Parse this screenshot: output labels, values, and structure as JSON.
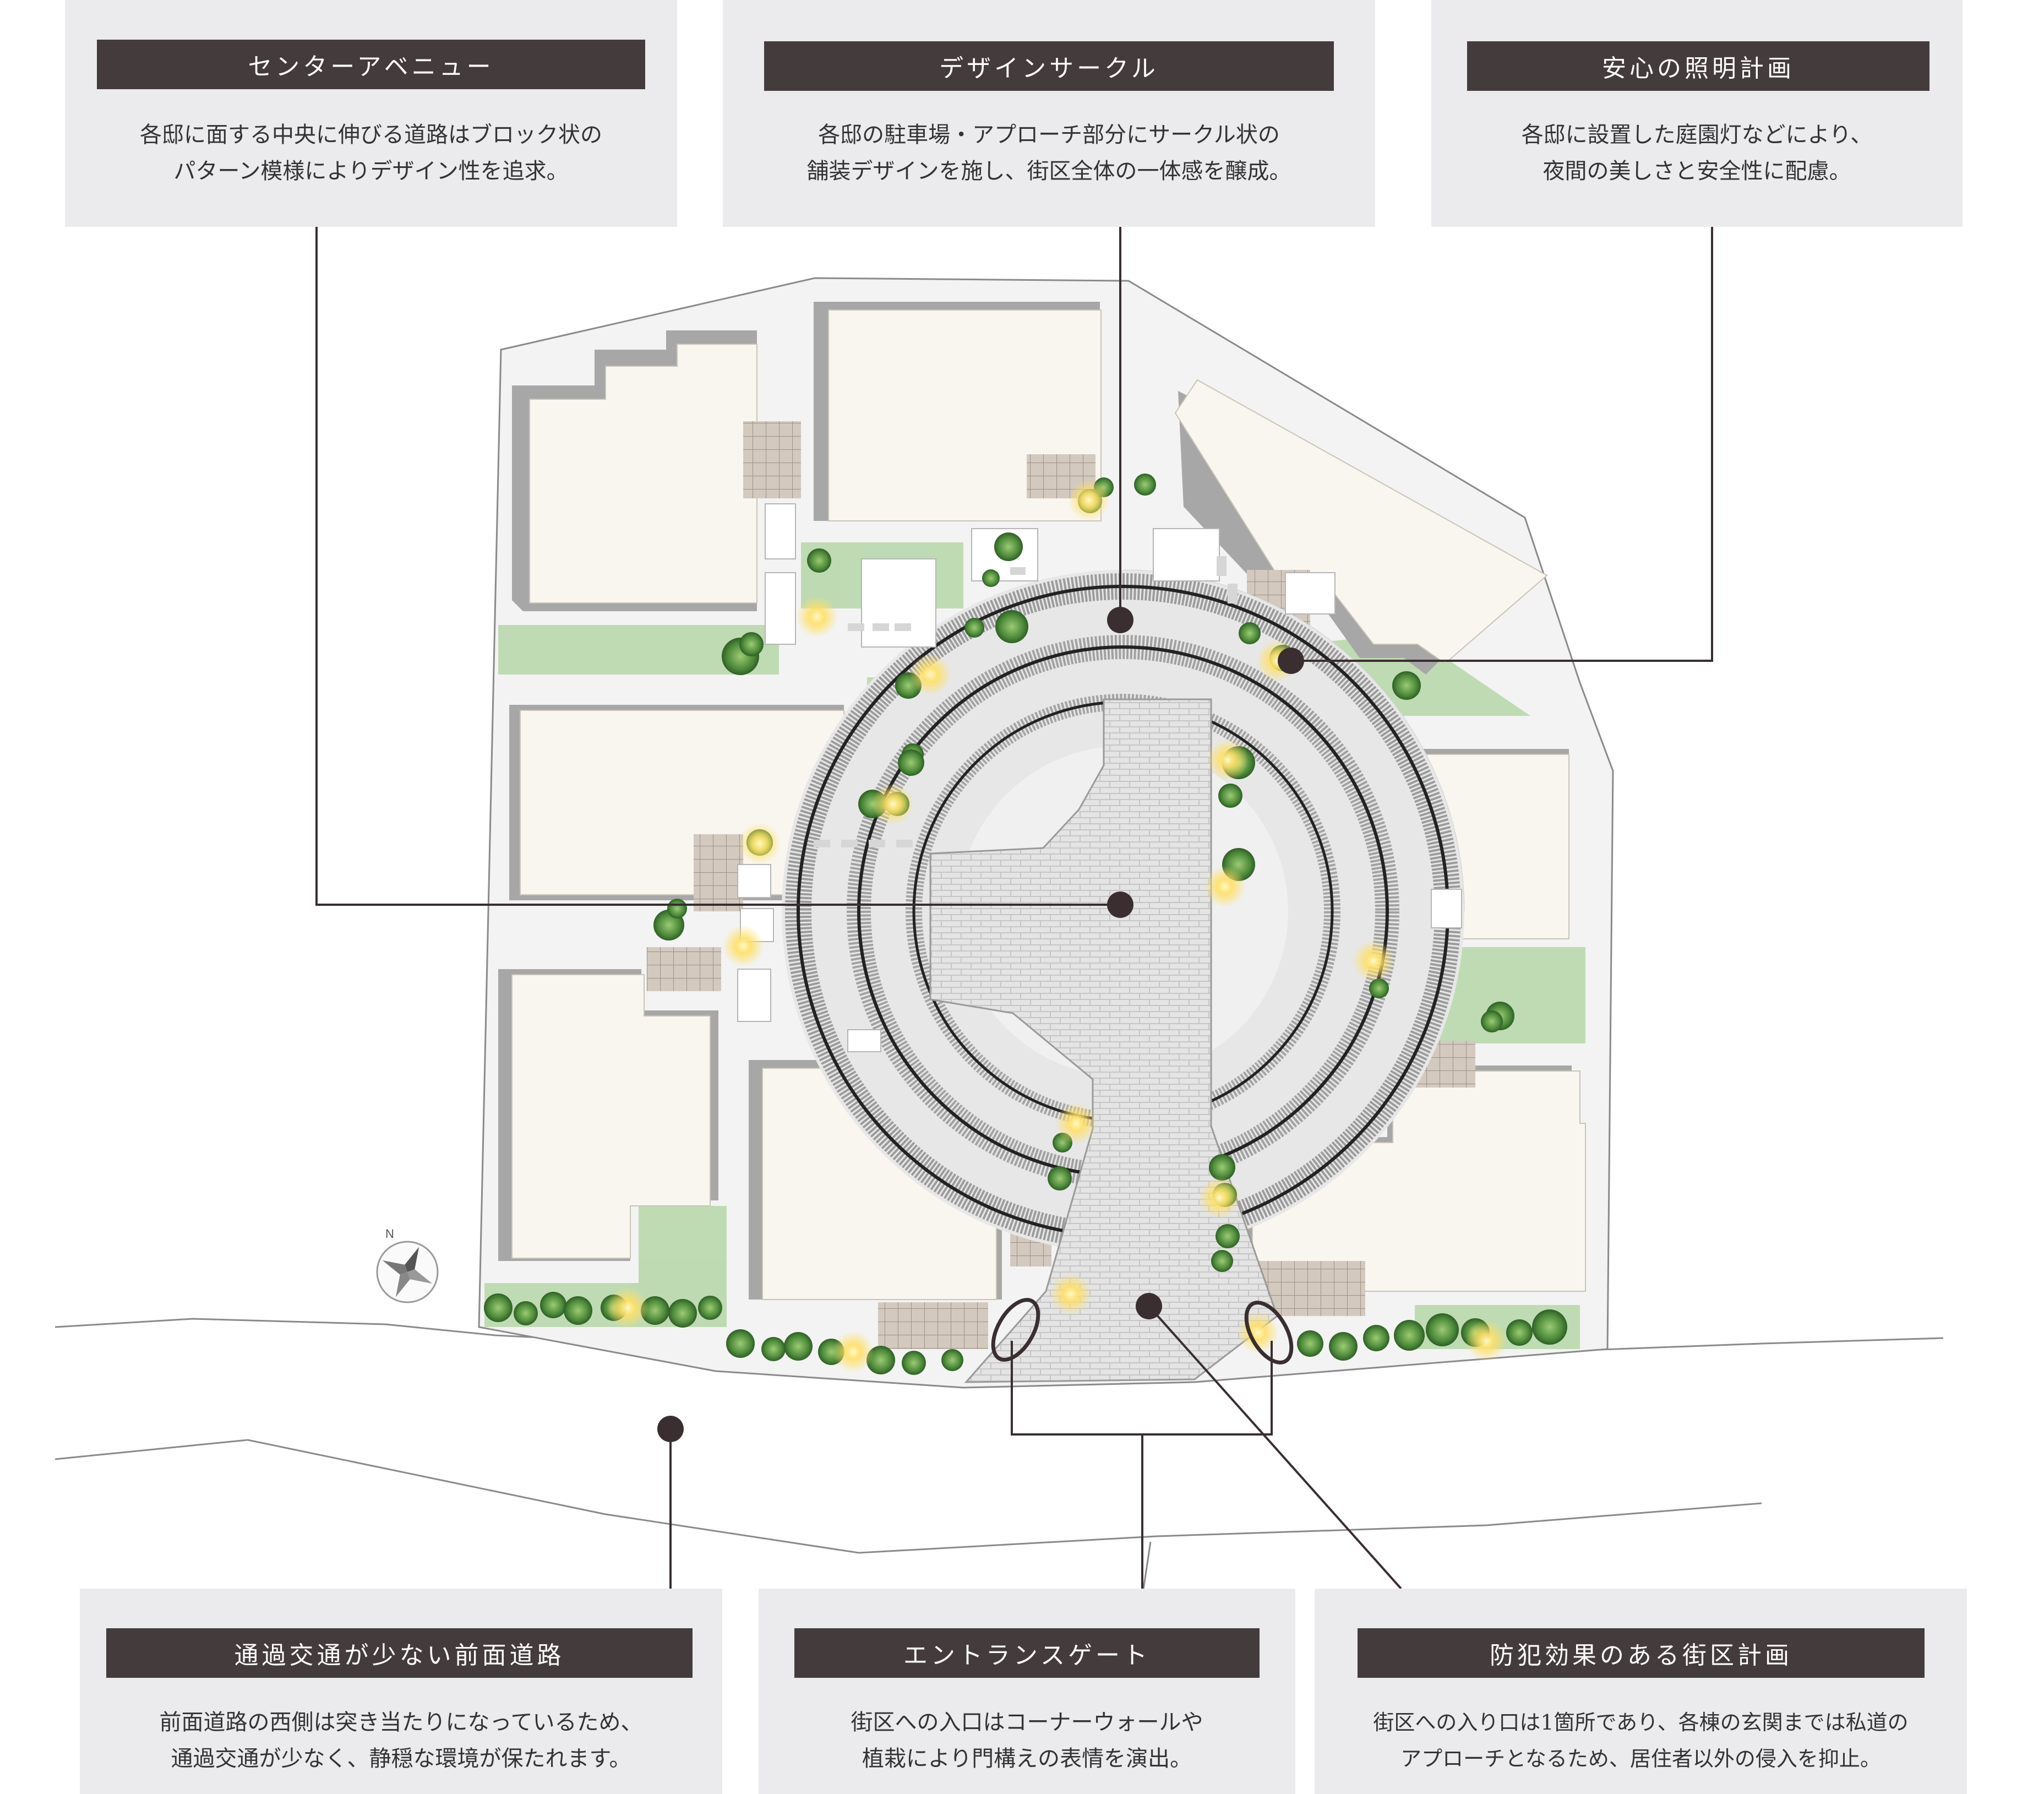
{
  "panels": {
    "center_avenue": {
      "title": "センターアベニュー",
      "desc_line1": "各邸に面する中央に伸びる道路はブロック状の",
      "desc_line2": "パターン模様によりデザイン性を追求。"
    },
    "design_circle": {
      "title": "デザインサークル",
      "desc_line1": "各邸の駐車場・アプローチ部分にサークル状の",
      "desc_line2": "舗装デザインを施し、街区全体の一体感を醸成。"
    },
    "lighting_plan": {
      "title": "安心の照明計画",
      "desc_line1": "各邸に設置した庭園灯などにより、",
      "desc_line2": "夜間の美しさと安全性に配慮。"
    },
    "front_road": {
      "title": "通過交通が少ない前面道路",
      "desc_line1": "前面道路の西側は突き当たりになっているため、",
      "desc_line2": "通過交通が少なく、静穏な環境が保たれます。"
    },
    "entrance_gate": {
      "title": "エントランスゲート",
      "desc_line1": "街区への入口はコーナーウォールや",
      "desc_line2": "植栽により門構えの表情を演出。"
    },
    "crime_prevention": {
      "title": "防犯効果のある街区計画",
      "desc_line1": "街区への入り口は1箇所であり、各棟の玄関までは私道の",
      "desc_line2": "アプローチとなるため、居住者以外の侵入を抑止。"
    }
  },
  "compass": {
    "label": "N"
  },
  "colors": {
    "panel_bg": "#ebebee",
    "title_bg": "#443b3d",
    "leader": "#3a2e30",
    "building": "#f8f6ef",
    "lawn": "#b9d8ac",
    "paving": "#dcdcdc",
    "light": "#ffe066"
  }
}
